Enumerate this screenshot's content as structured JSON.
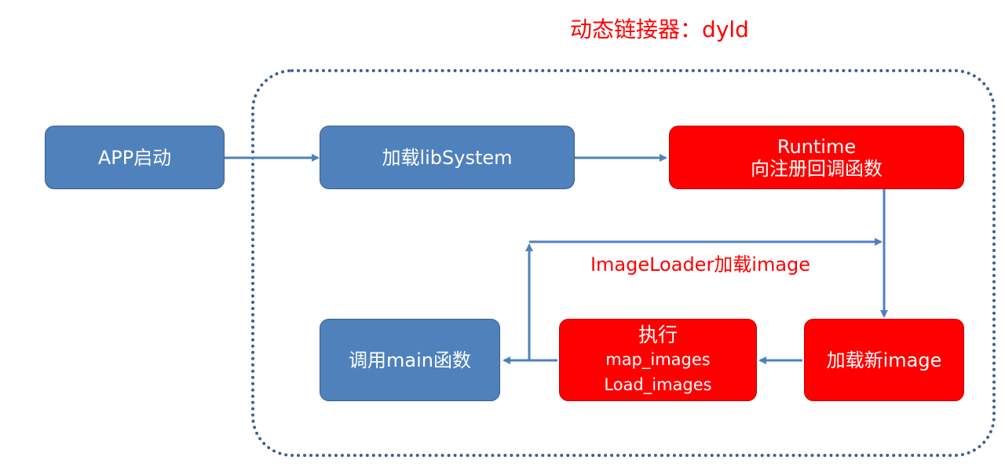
{
  "title": "动态链接器：dyld",
  "colors": {
    "blue_box": "#4f81bd",
    "red_box": "#ff0000",
    "frame": "#3a5f92",
    "arrow": "#4f81bd",
    "highlight_text": "#ff0000"
  },
  "nodes": {
    "app_start": {
      "label": "APP启动"
    },
    "load_libsystem": {
      "label": "加载libSystem"
    },
    "runtime_register": {
      "line1": "Runtime",
      "line2": "向注册回调函数"
    },
    "load_new_image": {
      "label": "加载新image"
    },
    "execute_images": {
      "line1": "执行",
      "line2": "map_images",
      "line3": "Load_images"
    },
    "call_main": {
      "label": "调用main函数"
    }
  },
  "loop_label": "ImageLoader加载image"
}
